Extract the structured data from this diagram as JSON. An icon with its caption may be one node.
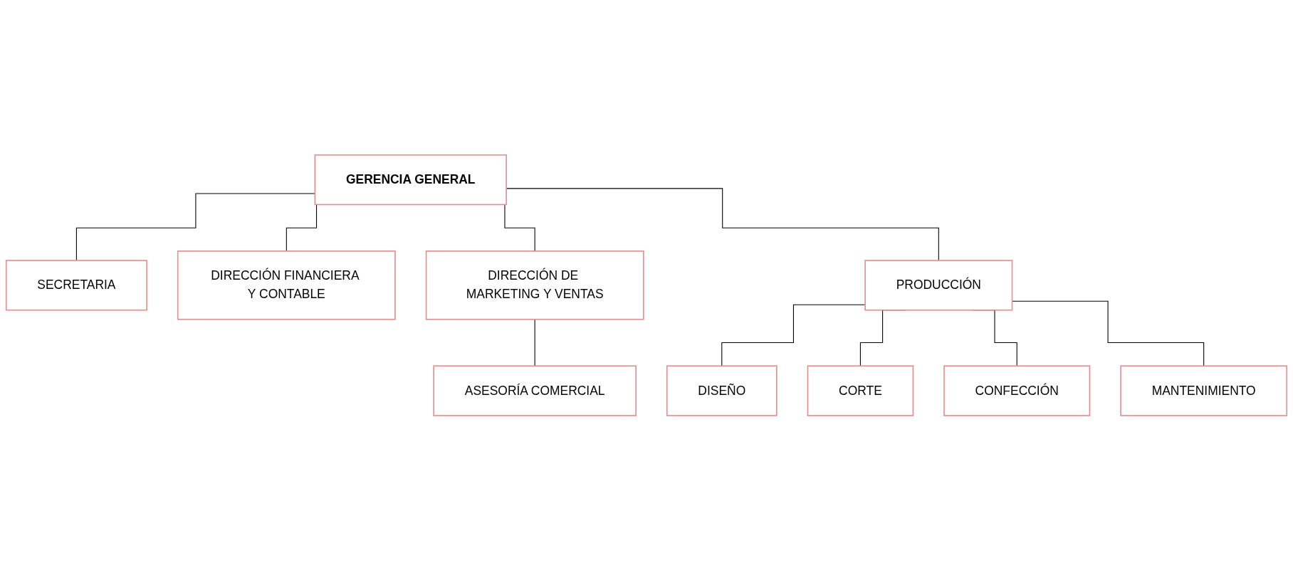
{
  "diagram": {
    "nodes": [
      {
        "text": [
          "GERENCIA GENERAL"
        ]
      },
      {
        "text": [
          "SECRETARIA"
        ]
      },
      {
        "text": [
          "DIRECCIÓN FINANCIERA Y CONTABLE"
        ]
      },
      {
        "text": [
          "DIRECCIÓN DE MARKETING Y VENTAS"
        ]
      },
      {
        "text": [
          "PRODUCCIÓN"
        ]
      },
      {
        "text": [
          "ASESORÍA COMERCIAL"
        ]
      },
      {
        "text": [
          "DISEÑO"
        ]
      },
      {
        "text": [
          "CORTE"
        ]
      },
      {
        "text": [
          "CONFECCIÓN"
        ]
      },
      {
        "text": [
          "MANTENIMIENTO"
        ]
      }
    ],
    "edges": [
      {
        "from": 0,
        "to": 1,
        "arrow": "none"
      },
      {
        "from": 0,
        "to": 2,
        "arrow": "none"
      },
      {
        "from": 0,
        "to": 3,
        "arrow": "none"
      },
      {
        "from": 0,
        "to": 4,
        "arrow": "none"
      },
      {
        "from": 3,
        "to": 5,
        "arrow": "none"
      },
      {
        "from": 4,
        "to": 6,
        "arrow": "none"
      },
      {
        "from": 4,
        "to": 7,
        "arrow": "none"
      },
      {
        "from": 4,
        "to": 8,
        "arrow": "none"
      },
      {
        "from": 4,
        "to": 9,
        "arrow": "none"
      }
    ]
  }
}
